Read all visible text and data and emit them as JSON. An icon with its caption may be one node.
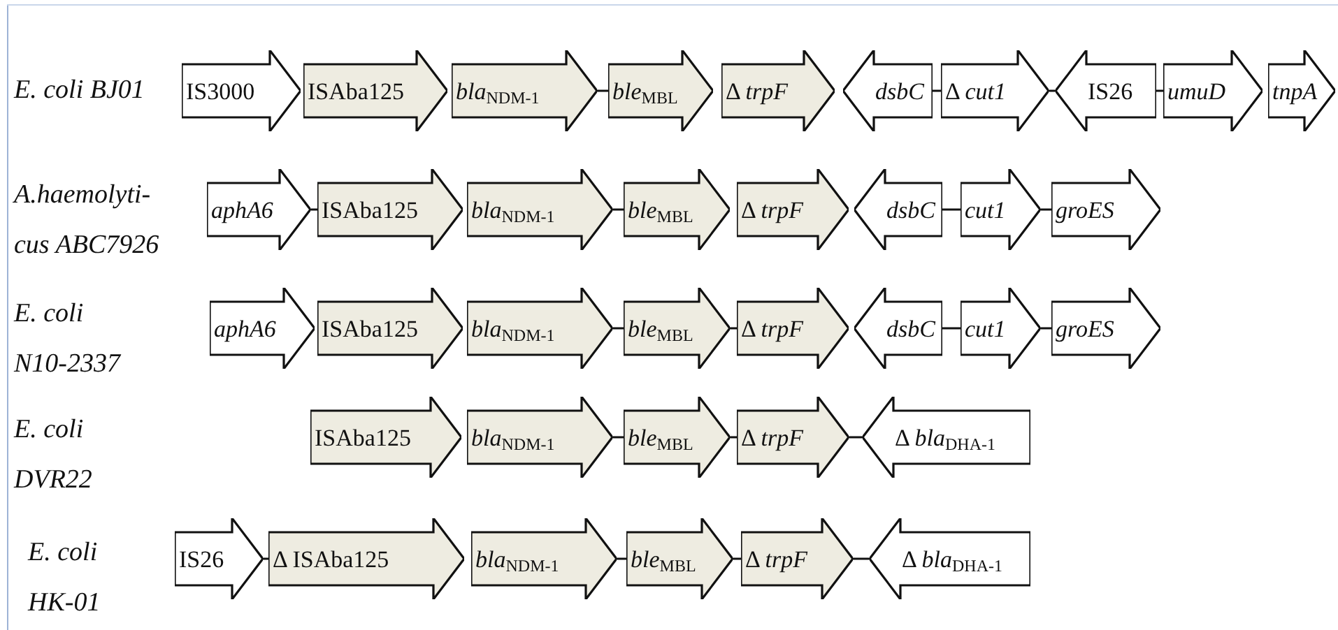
{
  "diagram": {
    "nodes": [
      {
        "text": [
          "IS3000"
        ]
      },
      {
        "text": [
          "ISAba125"
        ]
      },
      {
        "text": [
          "*bla*$_{NDM-1}$"
        ]
      },
      {
        "text": [
          "*ble*$_{MBL}$"
        ]
      },
      {
        "text": [
          "Δ *trpF*"
        ]
      },
      {
        "text": [
          "dsbC"
        ]
      },
      {
        "text": [
          "Δ *cut1*"
        ]
      },
      {
        "text": [
          "IS26"
        ]
      },
      {
        "text": [
          "umuD"
        ]
      },
      {
        "text": [
          "tnpA"
        ]
      },
      {
        "text": [
          "aphA6"
        ]
      },
      {
        "text": [
          "ISAba125"
        ]
      },
      {
        "text": [
          "*bla*$_{NDM-1}$"
        ]
      },
      {
        "text": [
          "*ble*$_{MBL}$"
        ]
      },
      {
        "text": [
          "Δ *trpF*"
        ]
      },
      {
        "text": [
          "dsbC"
        ]
      },
      {
        "text": [
          "cut1"
        ]
      },
      {
        "text": [
          "groES"
        ]
      },
      {
        "text": [
          "aphA6"
        ]
      },
      {
        "text": [
          "ISAba125"
        ]
      },
      {
        "text": [
          "*bla*$_{NDM-1}$"
        ]
      },
      {
        "text": [
          "*ble*$_{MBL}$"
        ]
      },
      {
        "text": [
          "Δ *trpF*"
        ]
      },
      {
        "text": [
          "dsbC"
        ]
      },
      {
        "text": [
          "cut1"
        ]
      },
      {
        "text": [
          "groES"
        ]
      },
      {
        "text": [
          "ISAba125"
        ]
      },
      {
        "text": [
          "*bla*$_{NDM-1}$"
        ]
      },
      {
        "text": [
          "*ble*$_{MBL}$"
        ]
      },
      {
        "text": [
          "Δ *trpF*"
        ]
      },
      {
        "text": [
          "Δ *bla*$_{DHA-1}$"
        ]
      },
      {
        "text": [
          "IS26"
        ]
      },
      {
        "text": [
          "Δ ISAba125"
        ]
      },
      {
        "text": [
          "*bla*$_{NDM-1}$"
        ]
      },
      {
        "text": [
          "*ble*$_{MBL}$"
        ]
      },
      {
        "text": [
          "Δ *trpF*"
        ]
      },
      {
        "text": [
          "Δ *bla*$_{DHA-1}$"
        ]
      }
    ],
    "edges": [
      {
        "from": 2,
        "to": 3,
        "arrow": "none"
      },
      {
        "from": 5,
        "to": 6,
        "arrow": "none"
      },
      {
        "from": 6,
        "to": 7,
        "arrow": "none"
      },
      {
        "from": 7,
        "to": 8,
        "arrow": "none"
      },
      {
        "from": 10,
        "to": 11,
        "arrow": "none"
      },
      {
        "from": 12,
        "to": 13,
        "arrow": "none"
      },
      {
        "from": 15,
        "to": 16,
        "arrow": "none"
      },
      {
        "from": 16,
        "to": 17,
        "arrow": "none"
      },
      {
        "from": 20,
        "to": 21,
        "arrow": "none"
      },
      {
        "from": 21,
        "to": 22,
        "arrow": "none"
      },
      {
        "from": 23,
        "to": 24,
        "arrow": "none"
      },
      {
        "from": 24,
        "to": 25,
        "arrow": "none"
      },
      {
        "from": 27,
        "to": 28,
        "arrow": "none"
      },
      {
        "from": 28,
        "to": 29,
        "arrow": "none"
      },
      {
        "from": 29,
        "to": 30,
        "arrow": "none"
      },
      {
        "from": 31,
        "to": 32,
        "arrow": "none"
      },
      {
        "from": 33,
        "to": 34,
        "arrow": "none"
      },
      {
        "from": 34,
        "to": 35,
        "arrow": "none"
      },
      {
        "from": 35,
        "to": 36,
        "arrow": "none"
      }
    ],
    "labels": [
      "E. coli BJ01",
      "A.haemolyti- cus ABC7926",
      "E. coli N10-2337",
      "E. coli DVR22",
      "E. coli HK-01"
    ]
  }
}
